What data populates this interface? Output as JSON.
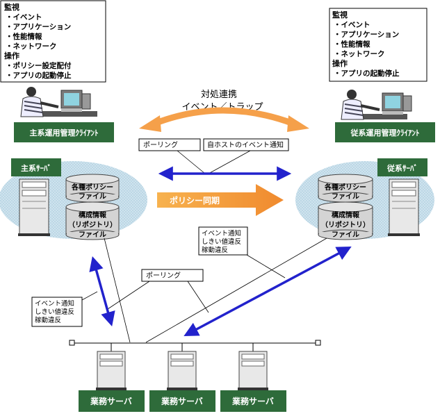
{
  "left_panel": {
    "monitor_heading": "監視",
    "monitor_items": [
      "・イベント",
      "・アプリケーション",
      "・性能情報",
      "・ネットワーク"
    ],
    "operation_heading": "操作",
    "operation_items": [
      "・ポリシー設定配付",
      "・アプリの起動停止"
    ]
  },
  "right_panel": {
    "monitor_heading": "監視",
    "monitor_items": [
      "・イベント",
      "・アプリケーション",
      "・性能情報",
      "・ネットワーク"
    ],
    "operation_heading": "操作",
    "operation_items": [
      "・アプリの起動停止"
    ]
  },
  "center_title": [
    "対処連携",
    "イベント／トラップ"
  ],
  "primary_client_label": "主系運用管理ｸﾗｲｱﾝﾄ",
  "secondary_client_label": "従系運用管理ｸﾗｲｱﾝﾄ",
  "primary_server_label": "主系ｻｰﾊﾞ",
  "secondary_server_label": "従系ｻｰﾊﾞ",
  "polling_label_top": "ポーリング",
  "host_event_notice": "自ホストのイベント通知",
  "policy_sync_label": "ポリシー同期",
  "left_db": {
    "policy": [
      "各種ポリシー",
      "ファイル"
    ],
    "config": [
      "構成情報",
      "（リポジトリ）",
      "ファイル"
    ]
  },
  "right_db": {
    "policy": [
      "各種ポリシー",
      "ファイル"
    ],
    "config": [
      "構成情報",
      "（リポジトリ）",
      "ファイル"
    ]
  },
  "event_notice_right": [
    "イベント通知",
    "しきい値違反",
    "稼動違反"
  ],
  "polling_label_bottom": "ポーリング",
  "event_notice_left": [
    "イベント通知",
    "しきい値違反",
    "稼動違反"
  ],
  "business_servers": [
    "業務サーバ",
    "業務サーバ",
    "業務サーバ"
  ],
  "colors": {
    "green_label": "#2e6b3a",
    "arrow_orange": "#f5a04a",
    "arrow_blue": "#2222cc",
    "ellipse_fill": "#cfe3ee",
    "db_fill": "#d4d4d4"
  }
}
